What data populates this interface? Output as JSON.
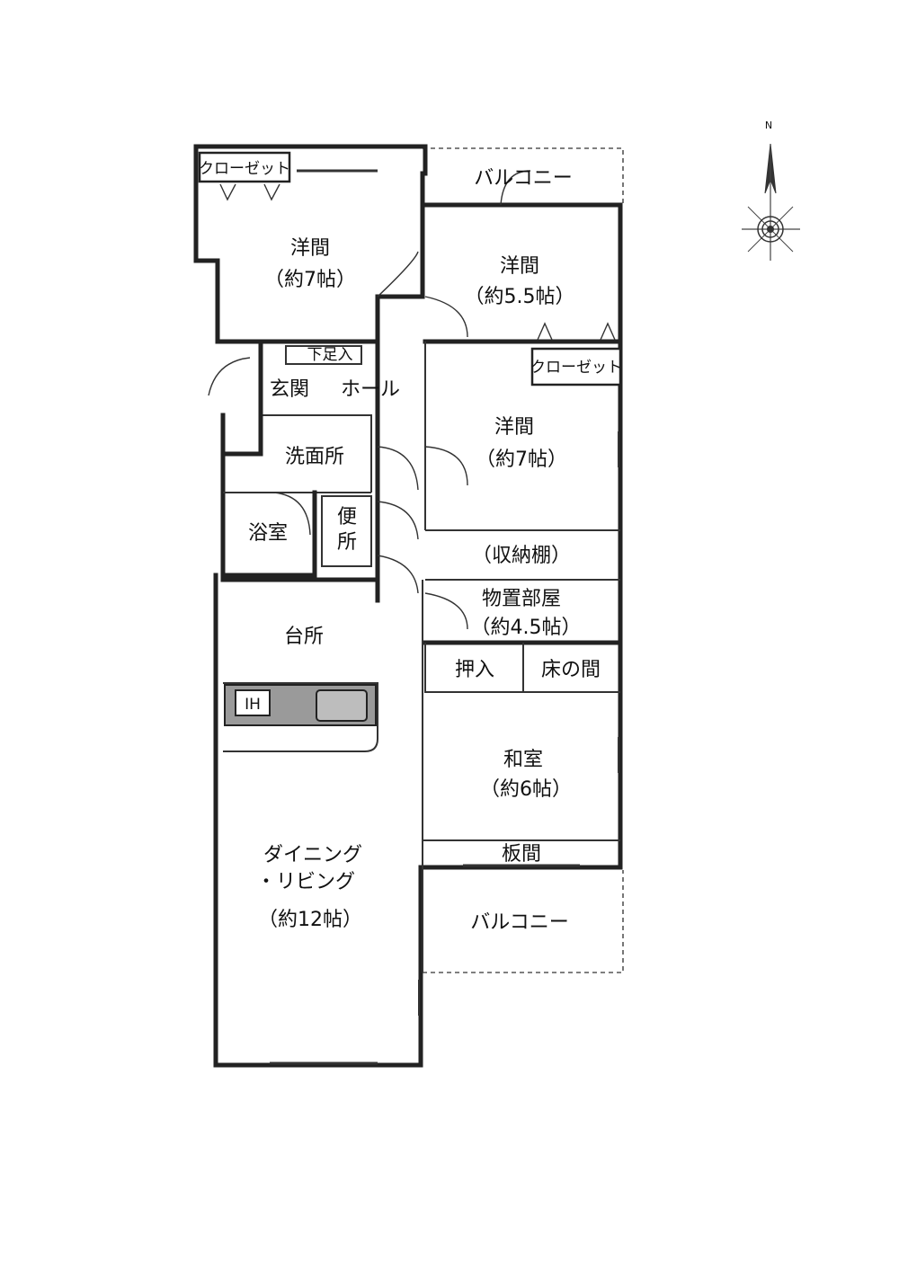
{
  "rooms": {
    "closet_nw": "クローゼット",
    "balcony_top": "バルコニー",
    "western_nw_name": "洋間",
    "western_nw_size": "（約7帖）",
    "western_ne_name": "洋間",
    "western_ne_size": "（約5.5帖）",
    "closet_ne": "クローゼット",
    "shoe_storage": "下足入",
    "entrance": "玄関",
    "hall": "ホール",
    "western_e_name": "洋間",
    "western_e_size": "（約7帖）",
    "washroom": "洗面所",
    "bathroom": "浴室",
    "toilet": "便所",
    "storage_shelf": "（収納棚）",
    "storeroom_name": "物置部屋",
    "storeroom_size": "（約4.5帖）",
    "kitchen": "台所",
    "ih": "IH",
    "oshiire": "押入",
    "tokonoma": "床の間",
    "washitsu_name": "和室",
    "washitsu_size": "（約6帖）",
    "itama": "板間",
    "dining_line1": "ダイニング",
    "dining_line2": "・リビング",
    "dining_size": "（約12帖）",
    "balcony_bottom": "バルコニー"
  },
  "compass": {
    "north": "N"
  },
  "colors": {
    "wall": "#222222",
    "counter": "#999999",
    "paper": "#ffffff"
  }
}
